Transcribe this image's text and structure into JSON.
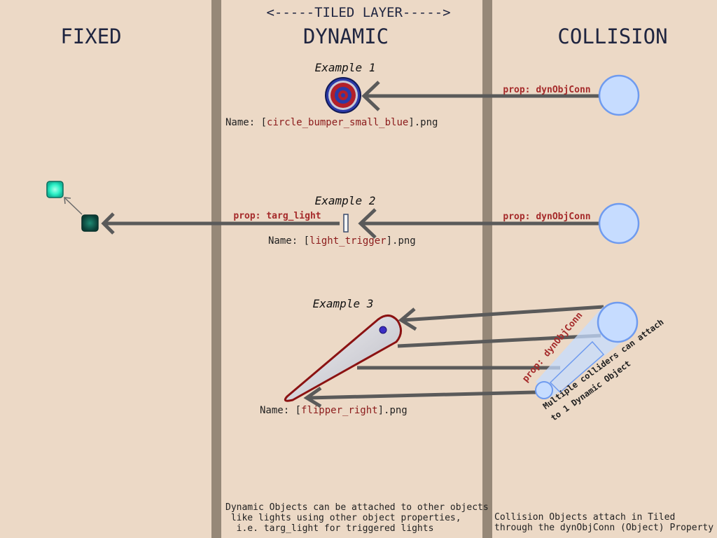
{
  "header": {
    "tiled_layer": "<-----TILED LAYER----->",
    "col_fixed": "FIXED",
    "col_dynamic": "DYNAMIC",
    "col_collision": "COLLISION"
  },
  "examples": [
    {
      "title": "Example 1",
      "name_prefix": "Name: [",
      "name_file": "circle_bumper_small_blue",
      "name_suffix": "].png",
      "collision_prop": "prop: dynObjConn"
    },
    {
      "title": "Example 2",
      "name_prefix": "Name: [",
      "name_file": "light_trigger",
      "name_suffix": "].png",
      "collision_prop": "prop: dynObjConn",
      "fixed_prop": "prop: targ_light"
    },
    {
      "title": "Example 3",
      "name_prefix": "Name: [",
      "name_file": "flipper_right",
      "name_suffix": "].png",
      "collision_prop": "prop: dynObjConn",
      "note_line1": "Multiple colliders can attach",
      "note_line2": "to 1 Dynamic Object"
    }
  ],
  "footer": {
    "dynamic_line1": "Dynamic Objects can be attached to other objects",
    "dynamic_line2": " like lights using other object properties,",
    "dynamic_line3": "  i.e. targ_light for triggered lights",
    "collision_line1": "Collision Objects attach in Tiled",
    "collision_line2": "through the dynObjConn (Object) Property"
  },
  "colors": {
    "background": "#ecd9c6",
    "divider": "#968878",
    "arrow": "#5a5a5a",
    "collider_fill": "#c6dcff",
    "collider_stroke": "#6f9bef",
    "prop_text": "#a52a2a",
    "bumper_blue": "#2b3aa8",
    "bumper_red": "#b3202a",
    "light_on": "#2ff2c8",
    "light_off": "#0c4f45"
  }
}
